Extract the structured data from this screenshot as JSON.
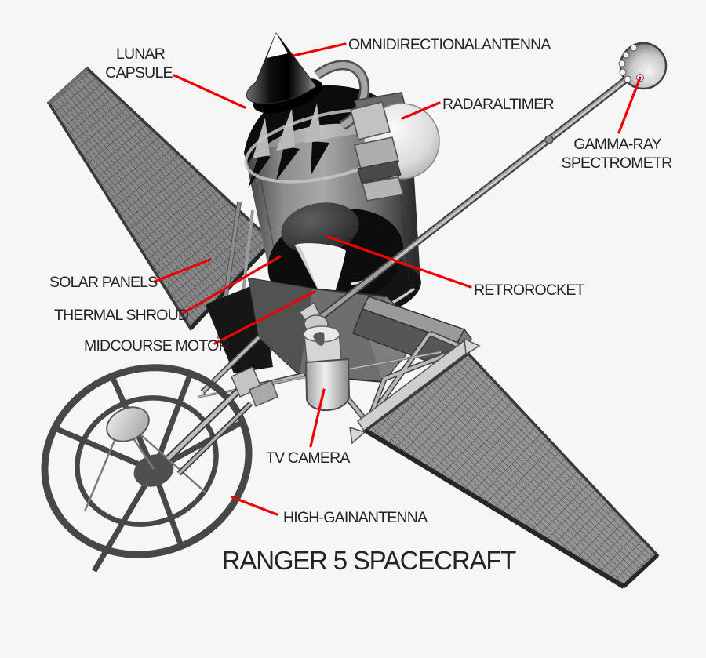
{
  "title": "RANGER 5 SPACECRAFT",
  "colors": {
    "background": "#f6f6f6",
    "leader_line": "#ee0000",
    "text": "#242424",
    "spacecraft_gray": "#8f8f8f"
  },
  "labels": {
    "lunar_capsule": {
      "line1": "LUNAR",
      "line2": "CAPSULE"
    },
    "omnidirectional_antenna": "OMNIDIRECTIONALANTENNA",
    "radar_altimeter": "RADARALTIMER",
    "gamma_ray_spectrometer": {
      "line1": "GAMMA-RAY",
      "line2": "SPECTROMETR"
    },
    "solar_panels": "SOLAR PANELS",
    "thermal_shroud": "THERMAL SHROUD",
    "midcourse_motor": "MIDCOURSE MOTOR",
    "retrorocket": "RETROROCKET",
    "tv_camera": "TV CAMERA",
    "high_gain_antenna": "HIGH-GAINANTENNA"
  }
}
